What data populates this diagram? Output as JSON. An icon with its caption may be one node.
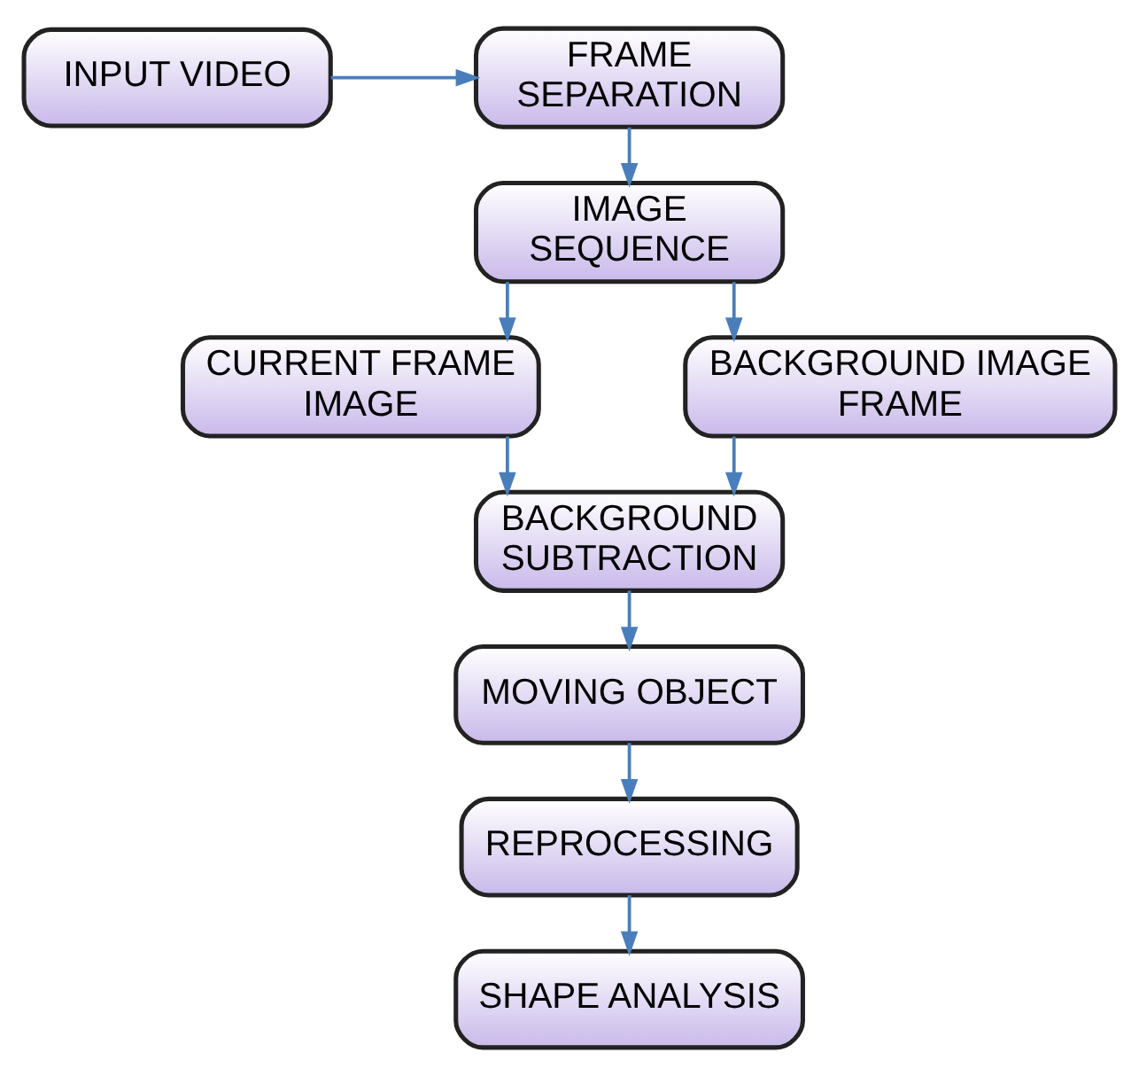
{
  "diagram": {
    "nodes": [
      {
        "text": [
          "INPUT VIDEO"
        ]
      },
      {
        "text": [
          "FRAME SEPARATION"
        ]
      },
      {
        "text": [
          "IMAGE SEQUENCE"
        ]
      },
      {
        "text": [
          "CURRENT FRAME IMAGE"
        ]
      },
      {
        "text": [
          "BACKGROUND IMAGE FRAME"
        ]
      },
      {
        "text": [
          "BACKGROUND SUBTRACTION"
        ]
      },
      {
        "text": [
          "MOVING OBJECT"
        ]
      },
      {
        "text": [
          "REPROCESSING"
        ]
      },
      {
        "text": [
          "SHAPE ANALYSIS"
        ]
      }
    ],
    "edges": [
      {
        "from": 0,
        "to": 1,
        "arrow": "to"
      },
      {
        "from": 1,
        "to": 2,
        "arrow": "to"
      },
      {
        "from": 2,
        "to": 3,
        "arrow": "to"
      },
      {
        "from": 2,
        "to": 4,
        "arrow": "to"
      },
      {
        "from": 3,
        "to": 5,
        "arrow": "to"
      },
      {
        "from": 4,
        "to": 5,
        "arrow": "to"
      },
      {
        "from": 5,
        "to": 6,
        "arrow": "to"
      },
      {
        "from": 6,
        "to": 7,
        "arrow": "to"
      },
      {
        "from": 7,
        "to": 8,
        "arrow": "to"
      }
    ]
  }
}
